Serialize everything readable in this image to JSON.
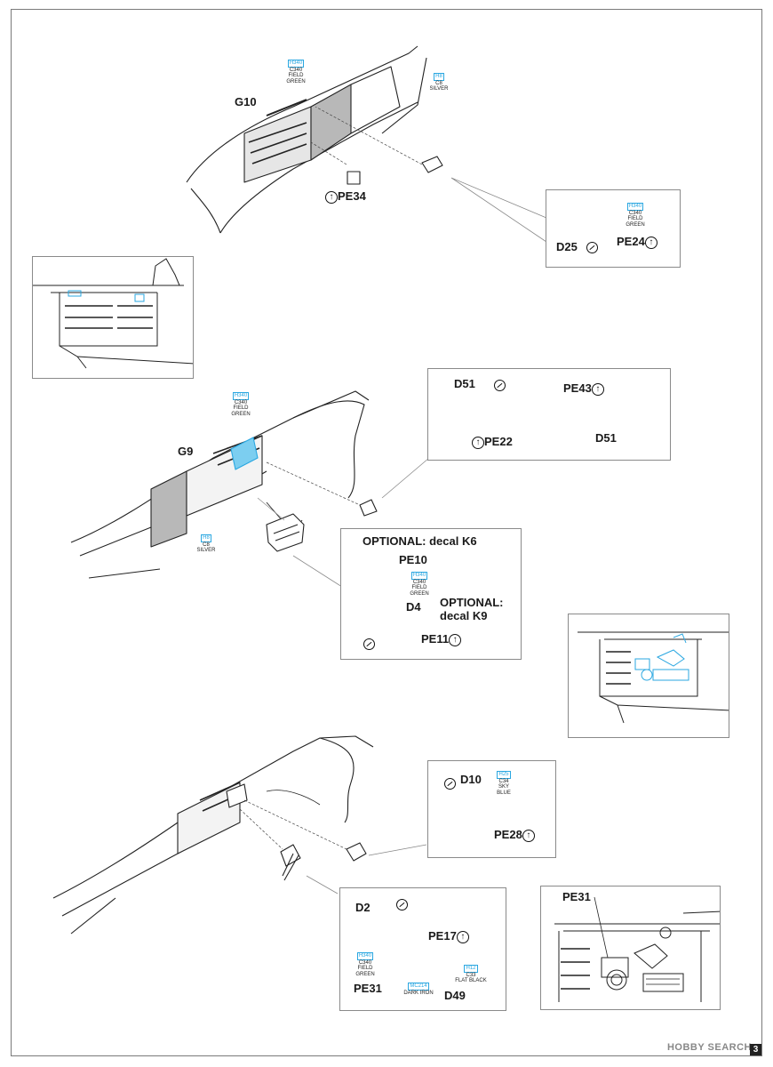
{
  "step1": {
    "part": "G10",
    "pe": "PE34",
    "paint_a": {
      "hcode": "H340",
      "code": "C340",
      "name1": "FIELD",
      "name2": "GREEN"
    },
    "paint_b": {
      "hcode": "H8",
      "code": "C8",
      "name1": "SILVER"
    },
    "callout": {
      "part": "D25",
      "pe": "PE24",
      "paint": {
        "hcode": "H340",
        "code": "C340",
        "name1": "FIELD",
        "name2": "GREEN"
      }
    }
  },
  "step2": {
    "part": "G9",
    "paint_a": {
      "hcode": "H340",
      "code": "C340",
      "name1": "FIELD",
      "name2": "GREEN"
    },
    "paint_b": {
      "hcode": "H8",
      "code": "C8",
      "name1": "SILVER"
    },
    "callout_top": {
      "part_a": "D51",
      "pe_a": "PE22",
      "pe_b": "PE43",
      "part_b": "D51"
    },
    "callout_opt": {
      "optional1": "OPTIONAL: decal K6",
      "pe10": "PE10",
      "paint": {
        "hcode": "H340",
        "code": "C340",
        "name1": "FIELD",
        "name2": "GREEN"
      },
      "part": "D4",
      "optional2a": "OPTIONAL:",
      "optional2b": "decal K9",
      "pe11": "PE11"
    }
  },
  "step3": {
    "callout_top": {
      "part": "D10",
      "paint": {
        "hcode": "H25",
        "code": "C34",
        "name1": "SKY BLUE"
      },
      "pe": "PE28"
    },
    "callout_bottom": {
      "part": "D2",
      "pe17": "PE17",
      "paint_a": {
        "hcode": "H340",
        "code": "C340",
        "name1": "FIELD",
        "name2": "GREEN"
      },
      "paint_b": {
        "hcode": "H12",
        "code": "C33",
        "name1": "FLAT BLACK"
      },
      "paint_c": {
        "hcode": "MC214",
        "name1": "DARK IRON"
      },
      "pe31": "PE31",
      "d49": "D49"
    },
    "detail_label": "PE31"
  },
  "footer": {
    "brand": "HOBBY SEARCH",
    "page": "3"
  },
  "colors": {
    "accent": "#2aa7e1",
    "red": "#d2232a",
    "grey": "#a9a9a9"
  }
}
